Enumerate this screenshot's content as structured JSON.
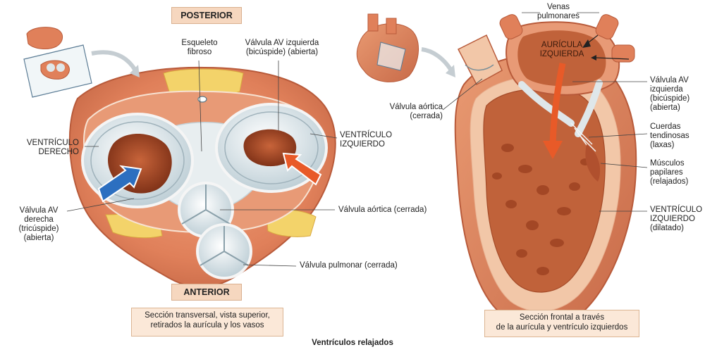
{
  "labels": {
    "posterior": "POSTERIOR",
    "anterior": "ANTERIOR",
    "esqueleto": "Esqueleto\nfibroso",
    "av_izq_left": "Válvula AV izquierda\n(bicúspide) (abierta)",
    "ventriculo_derecho": "VENTRÍCULO\nDERECHO",
    "ventriculo_izquierdo_left": "VENTRÍCULO\nIZQUIERDO",
    "av_derecha": "Válvula AV\nderecha\n(tricúspide)\n(abierta)",
    "aortica_left": "Válvula aórtica (cerrada)",
    "pulmonar": "Válvula pulmonar (cerrada)",
    "venas_pulmonares": "Venas\npulmonares",
    "auricula_izquierda": "AURÍCULA\nIZQUIERDA",
    "aortica_right": "Válvula aórtica\n(cerrada)",
    "av_izq_right": "Válvula AV\nizquierda\n(bicúspide)\n(abierta)",
    "cuerdas": "Cuerdas\ntendinosas\n(laxas)",
    "musculos": "Músculos\npapilares\n(relajados)",
    "ventriculo_izquierdo_right": "VENTRÍCULO\nIZQUIERDO\n(dilatado)"
  },
  "captions": {
    "left": "Sección transversal, vista superior,\nretirados la aurícula y los vasos",
    "right": "Sección frontal a través\nde la aurícula y ventrículo izquierdos"
  },
  "title": "Ventrículos relajados",
  "colors": {
    "muscle": "#e0805a",
    "muscle_dark": "#b85a3a",
    "fat": "#f3d36a",
    "valve": "#dfe7ea",
    "chamber": "#8a3a1e",
    "arrow_blue": "#2c6fc0",
    "arrow_red": "#e85a28",
    "tag_bg": "#f6d7bf"
  }
}
